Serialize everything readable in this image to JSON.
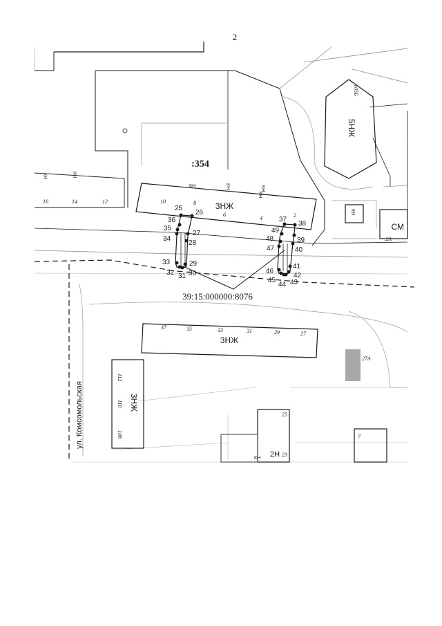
{
  "page_number": "2",
  "parcel_label": ":354",
  "cadastral_number": "39:15:000000:8076",
  "street_name": "ул. Комсомольская",
  "buildings": {
    "main_north": "3НЖ",
    "main_south": "3НЖ",
    "west": "3НЖ",
    "northeast": "5НЖ",
    "south_central": "2Н",
    "east_partial": "СМ"
  },
  "house_numbers": {
    "north_row": [
      "10",
      "8",
      "6",
      "4",
      "2"
    ],
    "south_row": [
      "37",
      "35",
      "33",
      "31",
      "29",
      "27"
    ],
    "west_row": [
      "112",
      "110",
      "108"
    ],
    "left_row": [
      "16",
      "14",
      "12"
    ],
    "northeast": "105Б",
    "gray_block": "27А",
    "south_central_top": "25",
    "south_central_bottom": "23",
    "east_small": "7",
    "east_cm": "2А"
  },
  "boundary_points": {
    "left": [
      "25",
      "26",
      "36",
      "35",
      "34",
      "27",
      "28",
      "33",
      "29",
      "32",
      "31",
      "30"
    ],
    "right": [
      "37",
      "38",
      "49",
      "39",
      "48",
      "40",
      "47",
      "41",
      "46",
      "42",
      "45",
      "43",
      "44"
    ]
  },
  "kn_marks": [
    "КН",
    "КН",
    "КН",
    "КН",
    "КН",
    "КН",
    "КН",
    "КН"
  ],
  "colors": {
    "ink": "#1a1a1a",
    "gray_block": "#a8a8a8",
    "faint": "#9a9a9a"
  }
}
